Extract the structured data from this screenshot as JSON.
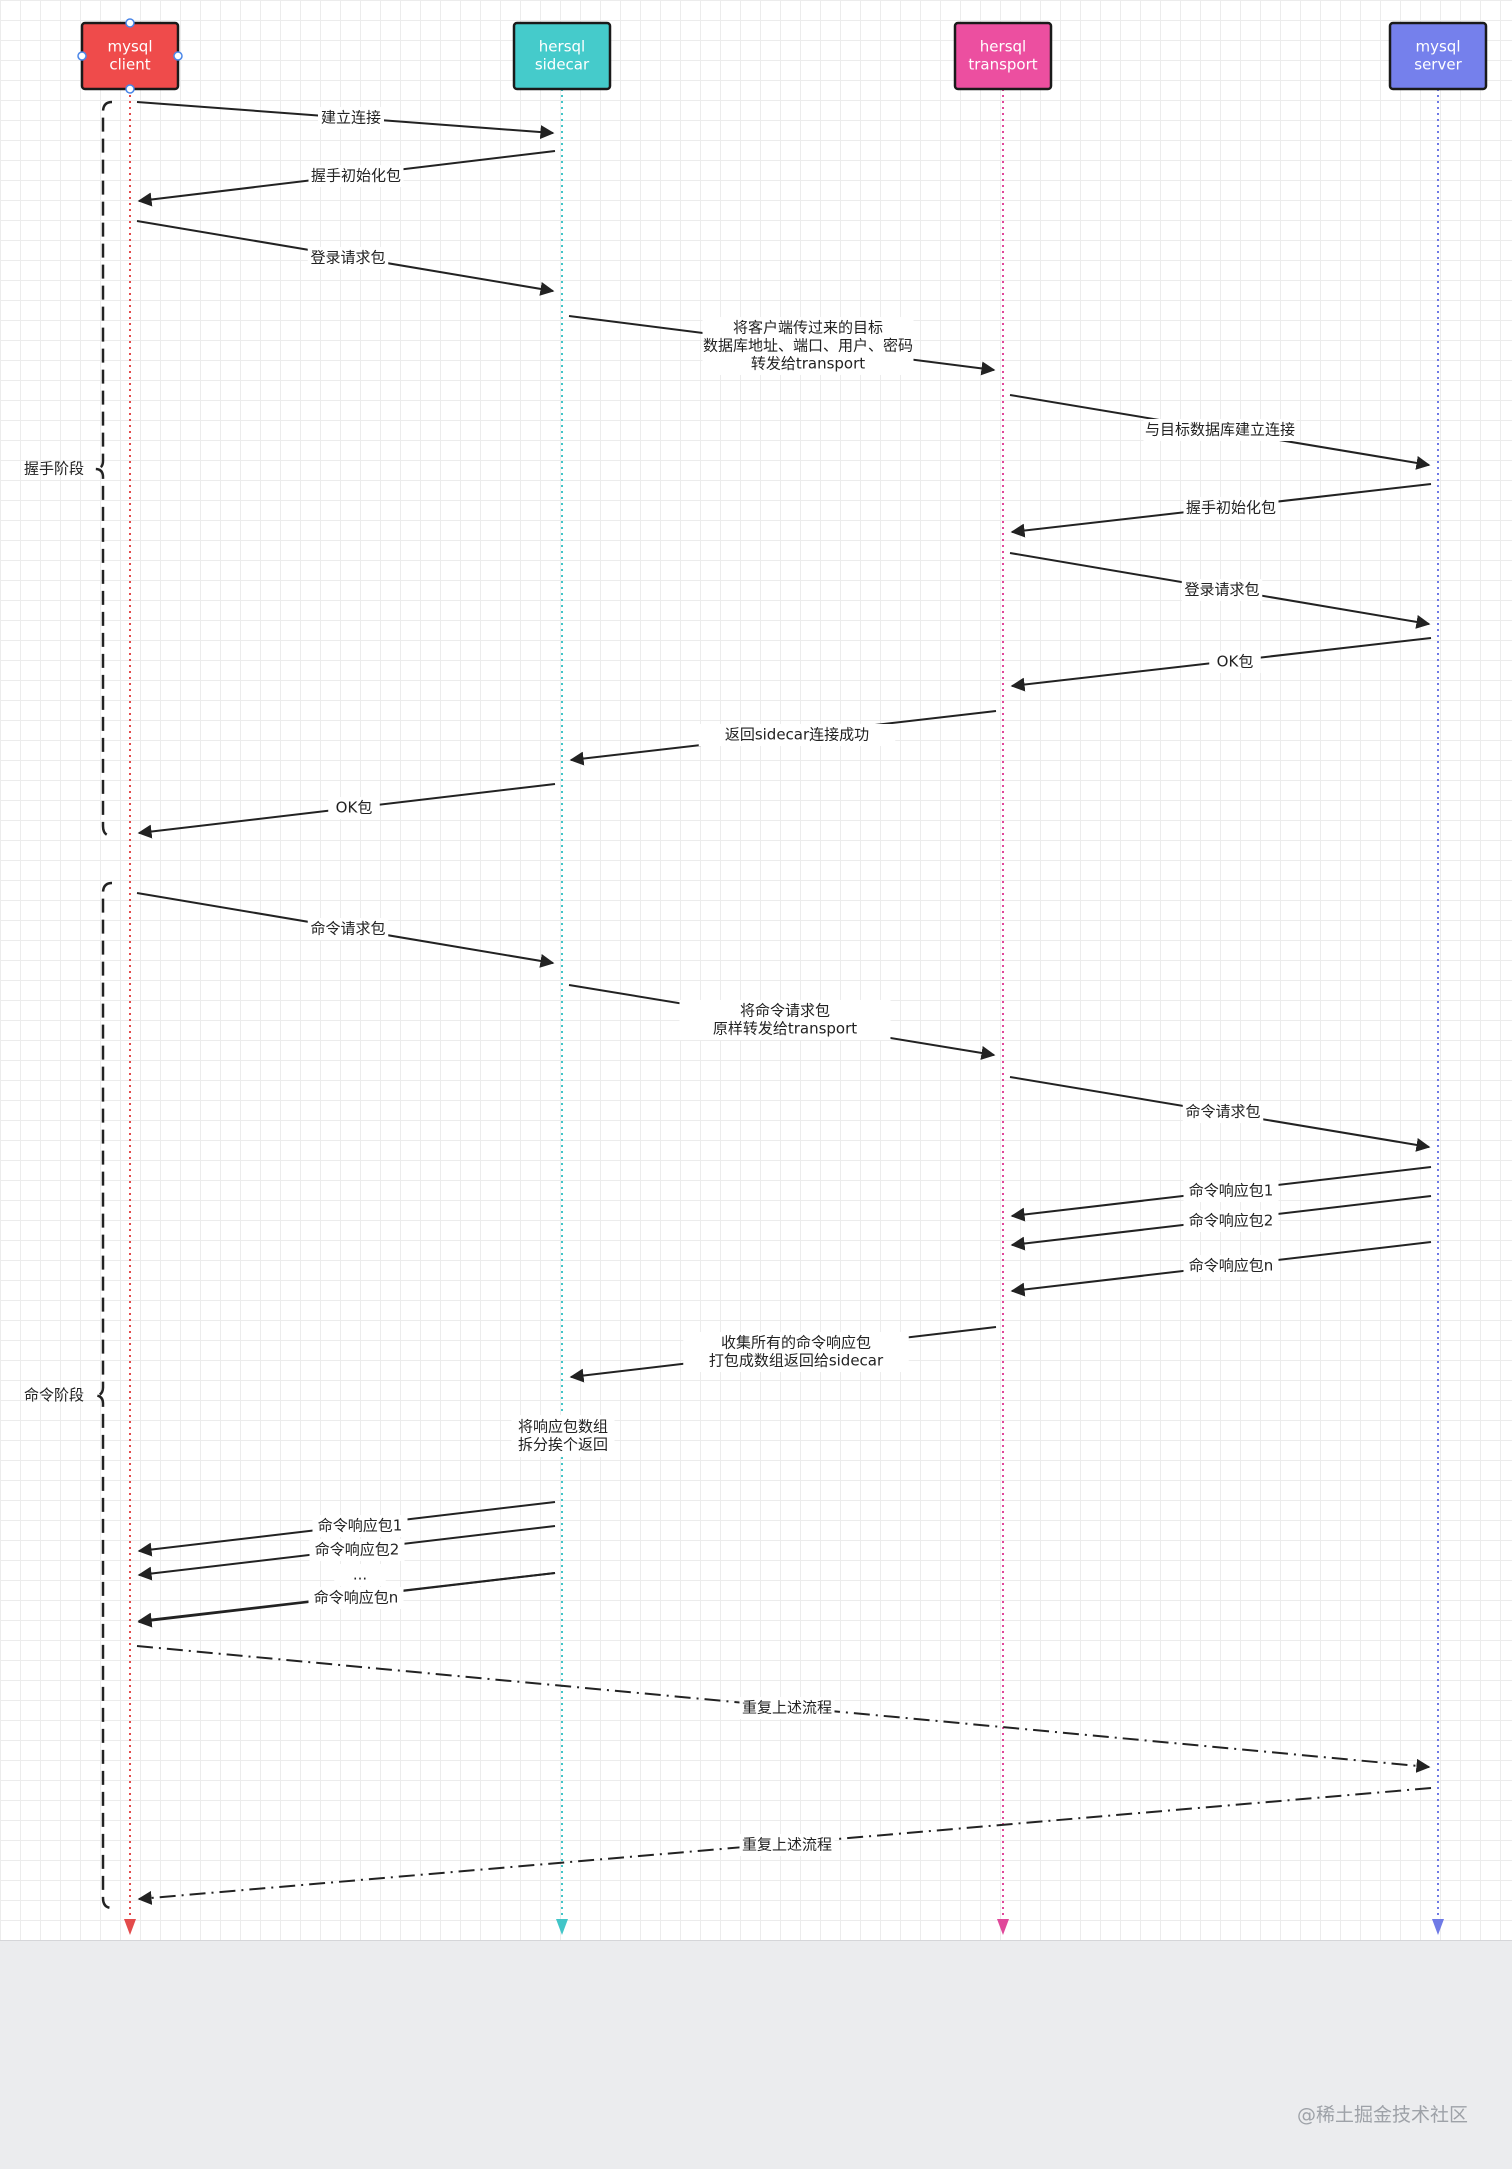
{
  "actors": [
    {
      "id": "client",
      "lines": [
        "mysql",
        "client"
      ],
      "color": "#ef4b4b",
      "lifeline_color": "#e34b4b"
    },
    {
      "id": "sidecar",
      "lines": [
        "hersql",
        "sidecar"
      ],
      "color": "#45cbcb",
      "lifeline_color": "#41c5c8"
    },
    {
      "id": "transport",
      "lines": [
        "hersql",
        "transport"
      ],
      "color": "#ec4fa0",
      "lifeline_color": "#e0489a"
    },
    {
      "id": "server",
      "lines": [
        "mysql",
        "server"
      ],
      "color": "#7580ec",
      "lifeline_color": "#6f7ae6"
    }
  ],
  "phases": [
    {
      "label": "握手阶段"
    },
    {
      "label": "命令阶段"
    }
  ],
  "messages": [
    {
      "from": "client",
      "to": "sidecar",
      "lines": [
        "建立连接"
      ]
    },
    {
      "from": "sidecar",
      "to": "client",
      "lines": [
        "握手初始化包"
      ]
    },
    {
      "from": "client",
      "to": "sidecar",
      "lines": [
        "登录请求包"
      ]
    },
    {
      "from": "sidecar",
      "to": "transport",
      "lines": [
        "将客户端传过来的目标",
        "数据库地址、端口、用户、密码",
        "转发给transport"
      ]
    },
    {
      "from": "transport",
      "to": "server",
      "lines": [
        "与目标数据库建立连接"
      ]
    },
    {
      "from": "server",
      "to": "transport",
      "lines": [
        "握手初始化包"
      ]
    },
    {
      "from": "transport",
      "to": "server",
      "lines": [
        "登录请求包"
      ]
    },
    {
      "from": "server",
      "to": "transport",
      "lines": [
        "OK包"
      ]
    },
    {
      "from": "transport",
      "to": "sidecar",
      "lines": [
        "返回sidecar连接成功"
      ]
    },
    {
      "from": "sidecar",
      "to": "client",
      "lines": [
        "OK包"
      ]
    },
    {
      "from": "client",
      "to": "sidecar",
      "lines": [
        "命令请求包"
      ]
    },
    {
      "from": "sidecar",
      "to": "transport",
      "lines": [
        "将命令请求包",
        "原样转发给transport"
      ]
    },
    {
      "from": "transport",
      "to": "server",
      "lines": [
        "命令请求包"
      ]
    },
    {
      "from": "server",
      "to": "transport",
      "lines": [
        "命令响应包1"
      ]
    },
    {
      "from": "server",
      "to": "transport",
      "lines": [
        "命令响应包2"
      ]
    },
    {
      "from": "server",
      "to": "transport",
      "lines": [
        "命令响应包n"
      ]
    },
    {
      "from": "transport",
      "to": "sidecar",
      "lines": [
        "收集所有的命令响应包",
        "打包成数组返回给sidecar"
      ]
    },
    {
      "from": "sidecar",
      "to": "client",
      "lines": [
        "命令响应包1"
      ]
    },
    {
      "from": "sidecar",
      "to": "client",
      "lines": [
        "命令响应包2"
      ]
    },
    {
      "from": "sidecar",
      "to": "client",
      "lines": [
        "..."
      ]
    },
    {
      "from": "sidecar",
      "to": "client",
      "lines": [
        "命令响应包n"
      ]
    },
    {
      "from": "client",
      "to": "server",
      "lines": [
        "重复上述流程"
      ],
      "style": "dashdot"
    },
    {
      "from": "server",
      "to": "client",
      "lines": [
        "重复上述流程"
      ],
      "style": "dashdot"
    }
  ],
  "notes": [
    {
      "lines": [
        "将响应包数组",
        "拆分挨个返回"
      ]
    }
  ],
  "watermark": "@稀土掘金技术社区"
}
